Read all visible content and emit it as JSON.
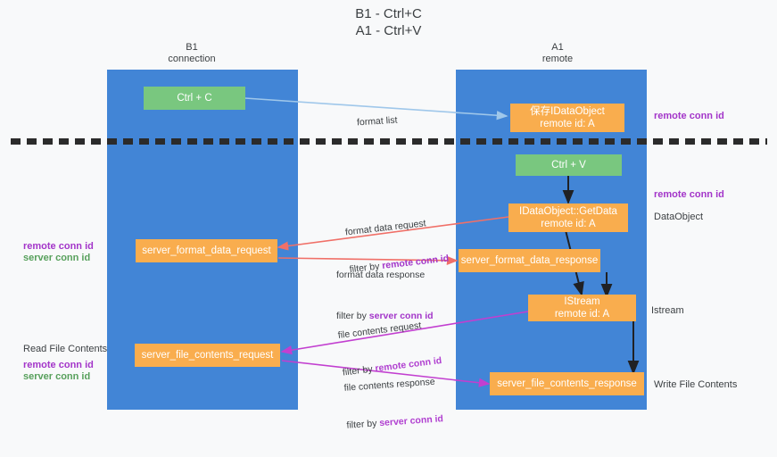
{
  "title": "B1 - Ctrl+C\nA1 - Ctrl+V",
  "columns": [
    {
      "name": "b1",
      "label": "B1\nconnection"
    },
    {
      "name": "a1",
      "label": "A1\nremote"
    }
  ],
  "nodes": [
    {
      "id": "ctrl-c",
      "label": "Ctrl + C",
      "color": "#79c77f"
    },
    {
      "id": "save-idataobject",
      "label": "保存IDataObject\nremote id: A",
      "color": "#f9ad4e"
    },
    {
      "id": "ctrl-v",
      "label": "Ctrl + V",
      "color": "#79c77f"
    },
    {
      "id": "idataobject-getdata",
      "label": "IDataObject::GetData\nremote id: A",
      "color": "#f9ad4e"
    },
    {
      "id": "server-format-data-request",
      "label": "server_format_data_request",
      "color": "#f9ad4e"
    },
    {
      "id": "server-format-data-response",
      "label": "server_format_data_response",
      "color": "#f9ad4e"
    },
    {
      "id": "istream",
      "label": "IStream\nremote id: A",
      "color": "#f9ad4e"
    },
    {
      "id": "server-file-contents-request",
      "label": "server_file_contents_request",
      "color": "#f9ad4e"
    },
    {
      "id": "server-file-contents-response",
      "label": "server_file_contents_response",
      "color": "#f9ad4e"
    }
  ],
  "edges": [
    {
      "id": "format-list",
      "line1": "format list",
      "line2": null,
      "line2_hl": null
    },
    {
      "id": "format-data-request",
      "line1": "format data request",
      "line2": "filter by ",
      "line2_hl": "remote conn id"
    },
    {
      "id": "format-data-response",
      "line1": "format data response",
      "line2": "filter by ",
      "line2_hl": "server conn id"
    },
    {
      "id": "file-contents-request",
      "line1": "file contents request",
      "line2": "filter by ",
      "line2_hl": "remote conn id"
    },
    {
      "id": "file-contents-response",
      "line1": "file contents response",
      "line2": "filter by ",
      "line2_hl": "server conn id"
    }
  ],
  "annotations": {
    "right_remote_conn_id_top": "remote conn id",
    "right_remote_conn_id_mid": "remote conn id",
    "right_dataobject": "DataObject",
    "right_istream": "Istream",
    "right_write_file_contents": "Write File Contents",
    "left_remote_conn_id_mid": "remote conn id",
    "left_server_conn_id_mid": "server conn id",
    "left_read_file_contents": "Read File Contents",
    "left_remote_conn_id_bot": "remote conn id",
    "left_server_conn_id_bot": "server conn id"
  },
  "colors": {
    "lane": "#4285d6",
    "green_node": "#79c77f",
    "orange_node": "#f9ad4e",
    "purple": "#a335c9",
    "green_text": "#57a05c",
    "arrow_lightblue": "#9fc7ea",
    "arrow_red": "#f07068",
    "arrow_magenta": "#c23fd0",
    "arrow_black": "#202124",
    "divider": "#2b2b2b"
  }
}
